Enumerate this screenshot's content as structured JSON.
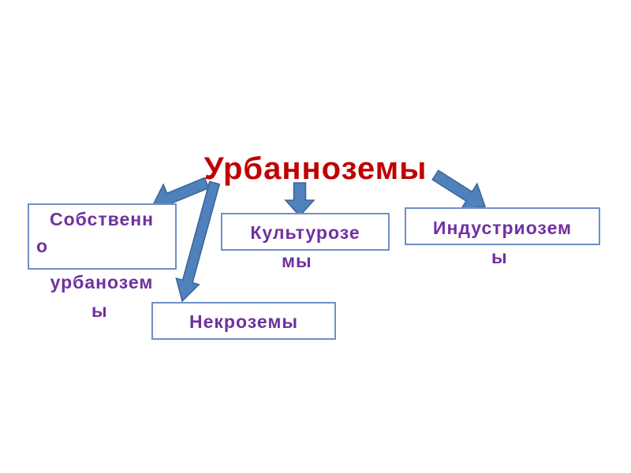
{
  "title": "Урбанноземы",
  "nodes": [
    {
      "id": "sobstvenno",
      "lines": [
        "Собственн",
        "о",
        "урбанозем",
        "ы"
      ]
    },
    {
      "id": "kulturozemy",
      "lines": [
        "Культурозе",
        "мы"
      ]
    },
    {
      "id": "industriozemy",
      "lines": [
        "Индустриозем",
        "ы"
      ]
    },
    {
      "id": "nekrozemy",
      "lines": [
        "Некроземы"
      ]
    }
  ],
  "colors": {
    "title": "#c00000",
    "label": "#7030a0",
    "box_border": "#6e8fc9",
    "arrow_fill": "#4f81bd",
    "arrow_stroke": "#3a6595"
  }
}
